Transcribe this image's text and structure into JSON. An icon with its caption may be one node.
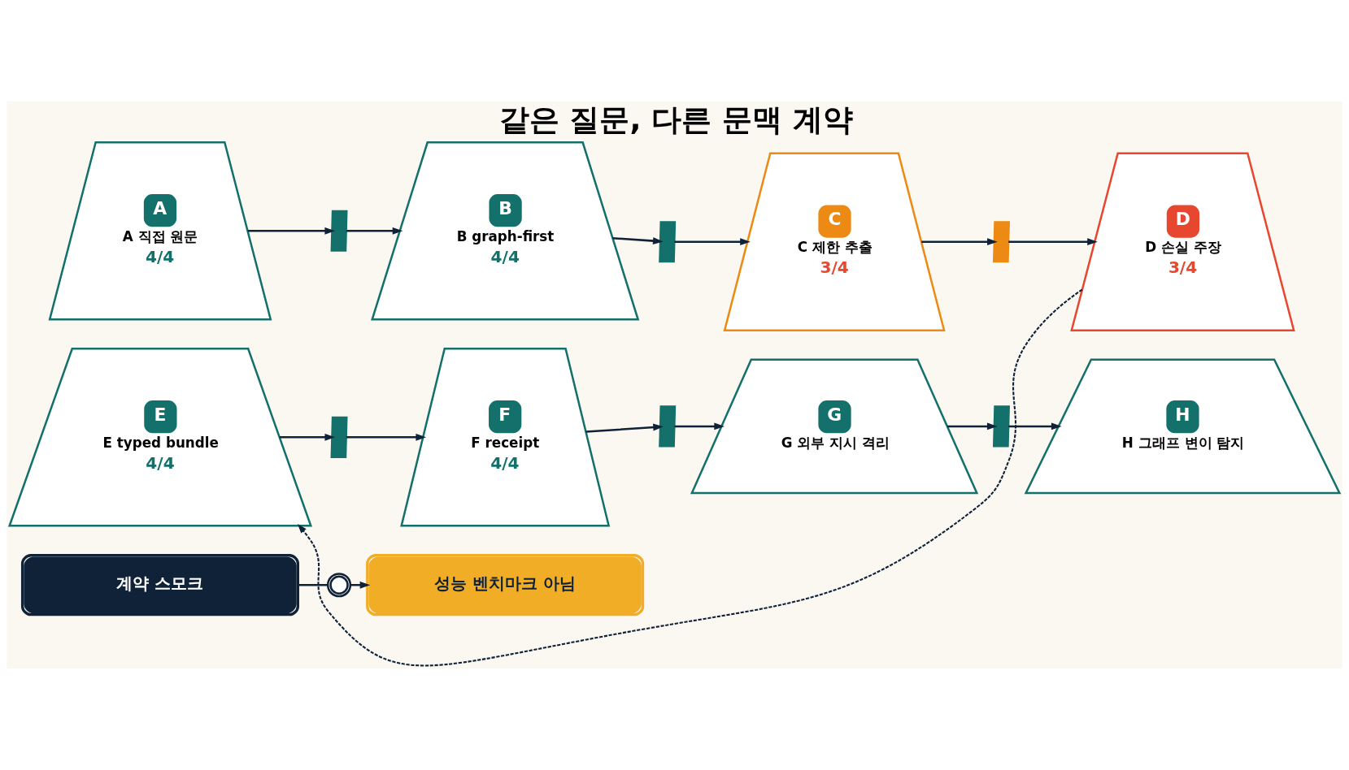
{
  "diagram": {
    "title": "같은 질문, 다른 문맥 계약",
    "nodes": [
      {
        "text": [
          "A",
          "A 직접 원문",
          "4/4"
        ]
      },
      {
        "text": [],
        "shape": "bar"
      },
      {
        "text": [
          "B",
          "B graph-first",
          "4/4"
        ]
      },
      {
        "text": [],
        "shape": "bar"
      },
      {
        "text": [
          "C",
          "C 제한 추출",
          "3/4"
        ]
      },
      {
        "text": [],
        "shape": "bar"
      },
      {
        "text": [
          "D",
          "D 손실 주장",
          "3/4"
        ]
      },
      {
        "text": [
          "E",
          "E typed bundle",
          "4/4"
        ]
      },
      {
        "text": [],
        "shape": "bar"
      },
      {
        "text": [
          "F",
          "F receipt",
          "4/4"
        ]
      },
      {
        "text": [],
        "shape": "bar"
      },
      {
        "text": [
          "G",
          "G 외부 지시 격리"
        ]
      },
      {
        "text": [],
        "shape": "bar"
      },
      {
        "text": [
          "H",
          "H 그래프 변이 탐지"
        ]
      },
      {
        "text": [
          "계약 스모크"
        ]
      },
      {
        "text": [],
        "shape": "circle"
      },
      {
        "text": [
          "성능 벤치마크 아님"
        ]
      }
    ],
    "edges": [
      {
        "from": 0,
        "to": 1,
        "arrow": "to"
      },
      {
        "from": 1,
        "to": 2,
        "arrow": "to"
      },
      {
        "from": 2,
        "to": 3,
        "arrow": "to"
      },
      {
        "from": 3,
        "to": 4,
        "arrow": "to"
      },
      {
        "from": 4,
        "to": 5,
        "arrow": "to"
      },
      {
        "from": 5,
        "to": 6,
        "arrow": "to"
      },
      {
        "from": 6,
        "to": 7,
        "arrow": "to",
        "style": "dashed"
      },
      {
        "from": 7,
        "to": 8,
        "arrow": "to"
      },
      {
        "from": 8,
        "to": 9,
        "arrow": "to"
      },
      {
        "from": 9,
        "to": 10,
        "arrow": "to"
      },
      {
        "from": 10,
        "to": 11,
        "arrow": "to"
      },
      {
        "from": 11,
        "to": 12,
        "arrow": "to"
      },
      {
        "from": 12,
        "to": 13,
        "arrow": "to"
      },
      {
        "from": 14,
        "to": 15,
        "arrow": "none"
      },
      {
        "from": 15,
        "to": 16,
        "arrow": "to"
      }
    ]
  }
}
